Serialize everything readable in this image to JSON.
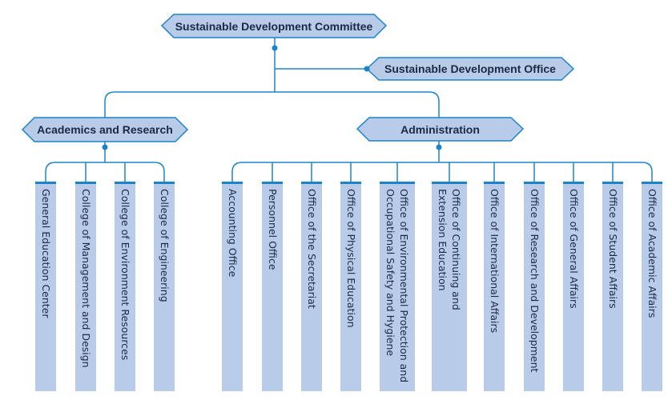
{
  "nodes": {
    "committee": "Sustainable Development Committee",
    "office": "Sustainable Development Office",
    "academics": "Academics and Research",
    "administration": "Administration"
  },
  "academics_units": [
    "General Education Center",
    "College of Management and Design",
    "College of Environment Resources",
    "College of Engineering"
  ],
  "administration_units": [
    "Accounting Office",
    "Personnel Office",
    "Office of the Secretariat",
    "Office of Physical Education",
    "Office of Environmental Protection and Occupational Safety and Hygiene",
    "Office of Continuing and Extension Education",
    "Office of International Affairs",
    "Office of Research and Development",
    "Office of General Affairs",
    "Office of Student Affairs",
    "Office of Academic Affairs"
  ],
  "colors": {
    "line": "#1b84c8",
    "fill": "#b8cbe8",
    "text": "#1b2a44"
  }
}
